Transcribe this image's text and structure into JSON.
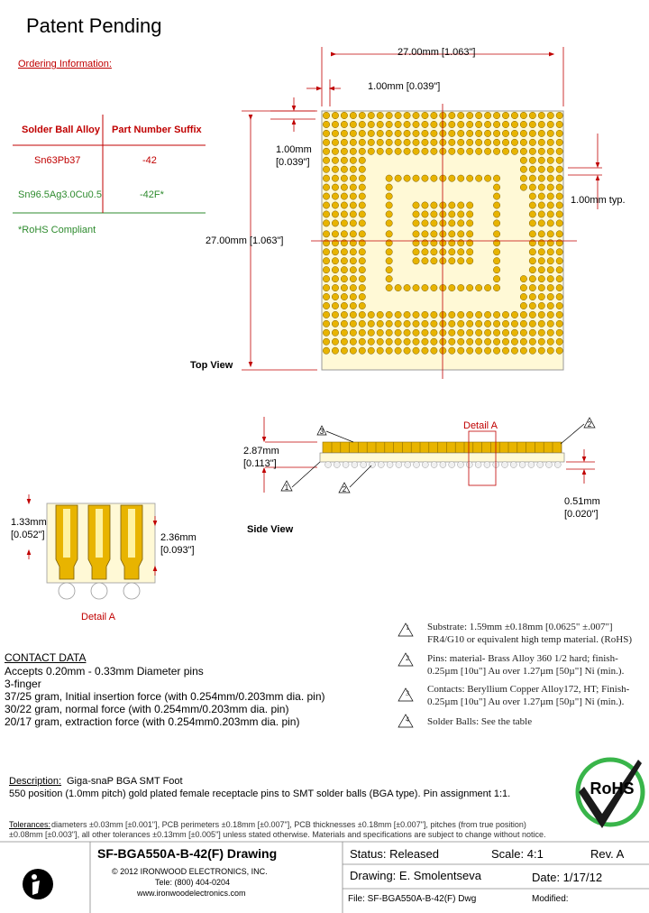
{
  "header": {
    "title": "Patent Pending"
  },
  "ordering": {
    "heading": "Ordering Information:",
    "col_alloy": "Solder Ball Alloy",
    "col_suffix": "Part Number Suffix",
    "rows": [
      {
        "alloy": "Sn63Pb37",
        "suffix": "-42"
      },
      {
        "alloy": "Sn96.5Ag3.0Cu0.5",
        "suffix": "-42F*"
      }
    ],
    "footnote": "*RoHS Compliant"
  },
  "top_view": {
    "label": "Top View",
    "dim_width": "27.00mm  [1.063\"]",
    "dim_pitch_h": "1.00mm  [0.039\"]",
    "dim_pitch_v_1": "1.00mm",
    "dim_pitch_v_2": "[0.039\"]",
    "dim_height": "27.00mm  [1.063\"]",
    "dim_typ": "1.00mm typ.",
    "body_color": "#fff9d6",
    "ball_color": "#e8b400"
  },
  "side_view": {
    "label": "Side View",
    "detail_label": "Detail A",
    "dim_height_1": "2.87mm",
    "dim_height_2": "[0.113\"]",
    "dim_ball_1": "0.51mm",
    "dim_ball_2": "[0.020\"]",
    "callouts": [
      "1",
      "2",
      "3"
    ]
  },
  "detail_a": {
    "label": "Detail A",
    "dim_left_1": "1.33mm",
    "dim_left_2": "[0.052\"]",
    "dim_right_1": "2.36mm",
    "dim_right_2": "[0.093\"]"
  },
  "notes": [
    {
      "num": "1",
      "line1": "Substrate: 1.59mm ±0.18mm [0.0625\" ±.007\"]",
      "line2": "FR4/G10 or equivalent high temp material. (RoHS)"
    },
    {
      "num": "2",
      "line1": "Pins: material- Brass Alloy 360 1/2 hard; finish-",
      "line2": "0.25µm [10u\"] Au over 1.27µm [50µ\"] Ni (min.)."
    },
    {
      "num": "3",
      "line1": "Contacts: Beryllium Copper Alloy172, HT; Finish-",
      "line2": "0.25µm [10u\"] Au over 1.27µm [50µ\"] Ni (min.)."
    },
    {
      "num": "4",
      "line1": "Solder Balls: See the table",
      "line2": ""
    }
  ],
  "contact_data": {
    "heading": "CONTACT DATA",
    "lines": [
      "Accepts 0.20mm - 0.33mm Diameter pins",
      "3-finger",
      "37/25 gram, Initial insertion force (with 0.254mm/0.203mm dia. pin)",
      "30/22 gram, normal force (with 0.254mm/0.203mm dia. pin)",
      "20/17 gram, extraction force (with 0.254mm0.203mm dia. pin)"
    ]
  },
  "description": {
    "label": "Description:",
    "title": "Giga-snaP BGA SMT Foot",
    "text": "550 position (1.0mm pitch) gold plated female receptacle pins to SMT solder balls (BGA type). Pin assignment 1:1."
  },
  "tolerances": {
    "label": "Tolerances:",
    "line1": "diameters ±0.03mm [±0.001\"], PCB perimeters ±0.18mm [±0.007\"], PCB thicknesses ±0.18mm [±0.007\"], pitches (from true position)",
    "line2": "±0.08mm [±0.003\"], all other tolerances ±0.13mm [±0.005\"] unless stated otherwise. Materials and specifications are subject to change without notice."
  },
  "title_block": {
    "drawing_title": "SF-BGA550A-B-42(F) Drawing",
    "copyright": "© 2012 IRONWOOD ELECTRONICS, INC.",
    "tele": "Tele: (800) 404-0204",
    "website": "www.ironwoodelectronics.com",
    "status": "Status: Released",
    "scale": "Scale: 4:1",
    "rev": "Rev. A",
    "drawing_by": "Drawing: E. Smolentseva",
    "date": "Date: 1/17/12",
    "file": "File: SF-BGA550A-B-42(F) Dwg",
    "modified": "Modified:"
  },
  "rohs_logo": {
    "text": "RoHS",
    "color": "#39b54a"
  }
}
